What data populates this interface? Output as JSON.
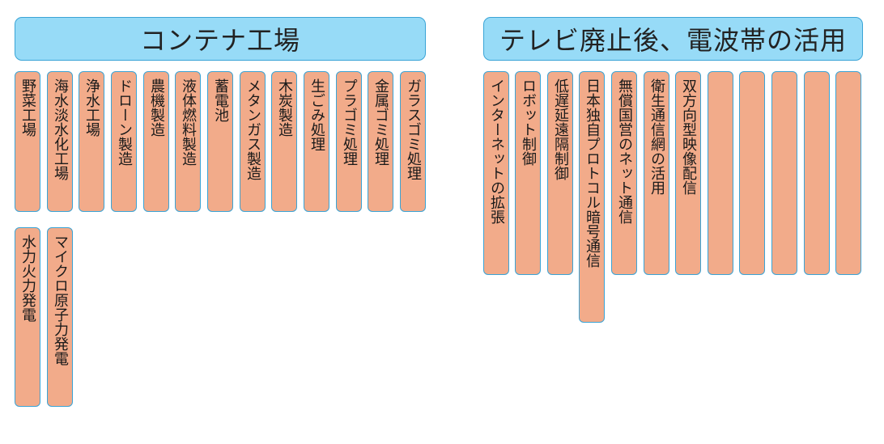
{
  "left_group": {
    "title": "コンテナ工場",
    "items": [
      "野菜工場",
      "海水淡水化工場",
      "浄水工場",
      "ドローン製造",
      "農機製造",
      "液体燃料製造",
      "蓄電池",
      "メタンガス製造",
      "木炭製造",
      "生ごみ処理",
      "プラゴミ処理",
      "金属ゴミ処理",
      "ガラスゴミ処理",
      "水力火力発電",
      "マイクロ原子力発電"
    ]
  },
  "right_group": {
    "title": "テレビ廃止後、電波帯の活用",
    "items": [
      "インターネットの拡張",
      "ロボット制御",
      "低遅延遠隔制御",
      "日本独自プロトコル暗号通信",
      "無償国営のネット通信",
      "衛生通信網の活用",
      "双方向型映像配信",
      "",
      "",
      "",
      "",
      ""
    ]
  }
}
